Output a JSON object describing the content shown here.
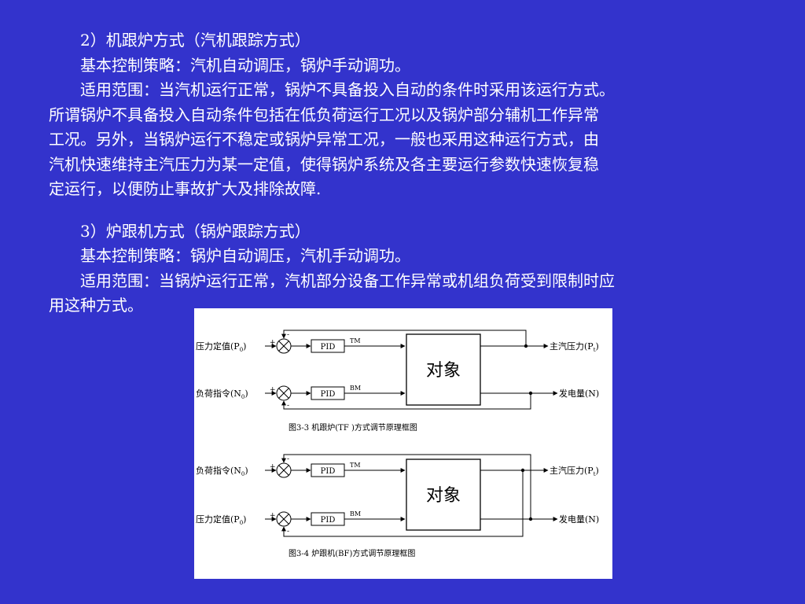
{
  "section2": {
    "heading": "2）机跟炉方式（汽机跟踪方式）",
    "strategy": "基本控制策略：汽机自动调压，锅炉手动调功。",
    "scope_lines": [
      "适用范围：当汽机运行正常，锅炉不具备投入自动的条件时采用该运行方式。",
      "所谓锅炉不具备投入自动条件包括在低负荷运行工况以及锅炉部分辅机工作异常",
      "工况。另外，当锅炉运行不稳定或锅炉异常工况，一般也采用这种运行方式，由",
      "汽机快速维持主汽压力为某一定值，使得锅炉系统及各主要运行参数快速恢复稳",
      "定运行，以便防止事故扩大及排除故障."
    ]
  },
  "section3": {
    "heading": "3）炉跟机方式（锅炉跟踪方式）",
    "strategy": "基本控制策略：锅炉自动调压，汽机手动调功。",
    "scope_lines": [
      "适用范围：当锅炉运行正常，汽机部分设备工作异常或机组负荷受到限制时应",
      "用这种方式。"
    ]
  },
  "fig3_3": {
    "caption": "图3-3  机跟炉(TF )方式调节原理框图",
    "in_top": "压力定值(P",
    "in_top_sub": "0",
    "in_bottom": "负荷指令(N",
    "in_bottom_sub": "0",
    "pid": "PID",
    "tm": "TM",
    "bm": "BM",
    "plant": "对象",
    "out_top": "主汽压力(P",
    "out_top_sub": "t",
    "out_bottom": "发电量(N)",
    "plus": "+",
    "minus": "-"
  },
  "fig3_4": {
    "caption": "图3-4  炉跟机(BF)方式调节原理框图",
    "in_top": "负荷指令(N",
    "in_top_sub": "0",
    "in_bottom": "压力定值(P",
    "in_bottom_sub": "0",
    "pid": "PID",
    "tm": "TM",
    "bm": "BM",
    "plant": "对象",
    "out_top": "主汽压力(P",
    "out_top_sub": "t",
    "out_bottom": "发电量(N)",
    "plus": "+",
    "minus": "-"
  },
  "close_paren": ")"
}
